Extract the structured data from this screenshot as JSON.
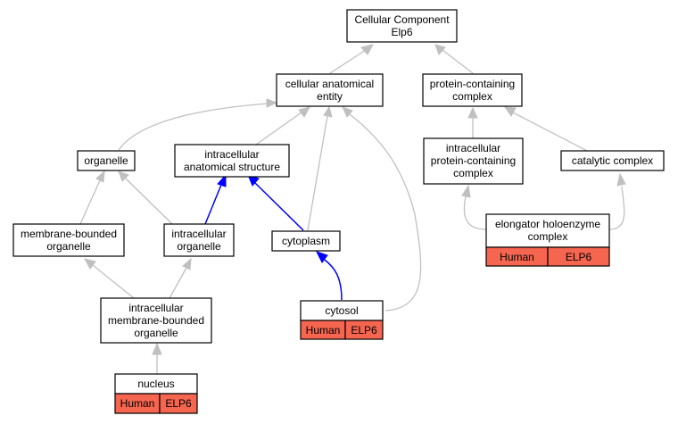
{
  "colors": {
    "edge_gray": "#c0c0c0",
    "edge_blue": "#0000ff",
    "annotation_fill": "#f5654f",
    "node_border": "#000000"
  },
  "nodes": {
    "root": {
      "line1": "Cellular Component",
      "line2": "Elp6"
    },
    "cellular_anatomical_entity": {
      "line1": "cellular anatomical",
      "line2": "entity"
    },
    "protein_containing_complex": {
      "line1": "protein-containing",
      "line2": "complex"
    },
    "organelle": {
      "line1": "organelle"
    },
    "intracellular_anatomical_structure": {
      "line1": "intracellular",
      "line2": "anatomical structure"
    },
    "intracellular_protein_containing_complex": {
      "line1": "intracellular",
      "line2": "protein-containing",
      "line3": "complex"
    },
    "catalytic_complex": {
      "line1": "catalytic complex"
    },
    "membrane_bounded_organelle": {
      "line1": "membrane-bounded",
      "line2": "organelle"
    },
    "intracellular_organelle": {
      "line1": "intracellular",
      "line2": "organelle"
    },
    "cytoplasm": {
      "line1": "cytoplasm"
    },
    "elongator_holoenzyme_complex": {
      "line1": "elongator holoenzyme",
      "line2": "complex",
      "species": "Human",
      "gene": "ELP6"
    },
    "intracellular_membrane_bounded_organelle": {
      "line1": "intracellular",
      "line2": "membrane-bounded",
      "line3": "organelle"
    },
    "cytosol": {
      "line1": "cytosol",
      "species": "Human",
      "gene": "ELP6"
    },
    "nucleus": {
      "line1": "nucleus",
      "species": "Human",
      "gene": "ELP6"
    }
  }
}
